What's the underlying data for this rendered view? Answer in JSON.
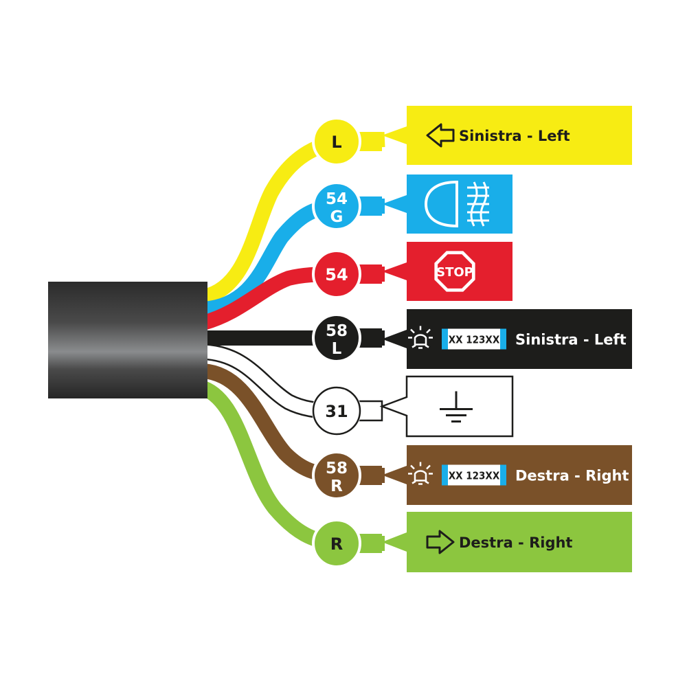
{
  "colors": {
    "yellow": "#f7ec13",
    "blue": "#19aee9",
    "red": "#e41f2d",
    "black": "#1d1d1b",
    "white": "#ffffff",
    "brown": "#7a5129",
    "green": "#8cc63f"
  },
  "pins": [
    {
      "id": "L",
      "line1": "L",
      "line2": "",
      "wire_color": "yellow",
      "text_color": "#1d1d1b",
      "icon": "arrow-left-icon",
      "plate": "",
      "label": "Sinistra - Left"
    },
    {
      "id": "54G",
      "line1": "54",
      "line2": "G",
      "wire_color": "blue",
      "text_color": "#ffffff",
      "icon": "fog-light-icon",
      "plate": "",
      "label": ""
    },
    {
      "id": "54",
      "line1": "54",
      "line2": "",
      "wire_color": "red",
      "text_color": "#ffffff",
      "icon": "stop-sign-icon",
      "stop_text": "STOP",
      "plate": "",
      "label": ""
    },
    {
      "id": "58L",
      "line1": "58",
      "line2": "L",
      "wire_color": "black",
      "text_color": "#ffffff",
      "icon": "license-plate-light-icon",
      "plate": "XX 123XX",
      "label": "Sinistra - Left"
    },
    {
      "id": "31",
      "line1": "31",
      "line2": "",
      "wire_color": "white",
      "text_color": "#1d1d1b",
      "icon": "ground-icon",
      "plate": "",
      "label": ""
    },
    {
      "id": "58R",
      "line1": "58",
      "line2": "R",
      "wire_color": "brown",
      "text_color": "#ffffff",
      "icon": "license-plate-light-icon",
      "plate": "XX 123XX",
      "label": "Destra - Right"
    },
    {
      "id": "R",
      "line1": "R",
      "line2": "",
      "wire_color": "green",
      "text_color": "#1d1d1b",
      "icon": "arrow-right-icon",
      "plate": "",
      "label": "Destra - Right"
    }
  ]
}
